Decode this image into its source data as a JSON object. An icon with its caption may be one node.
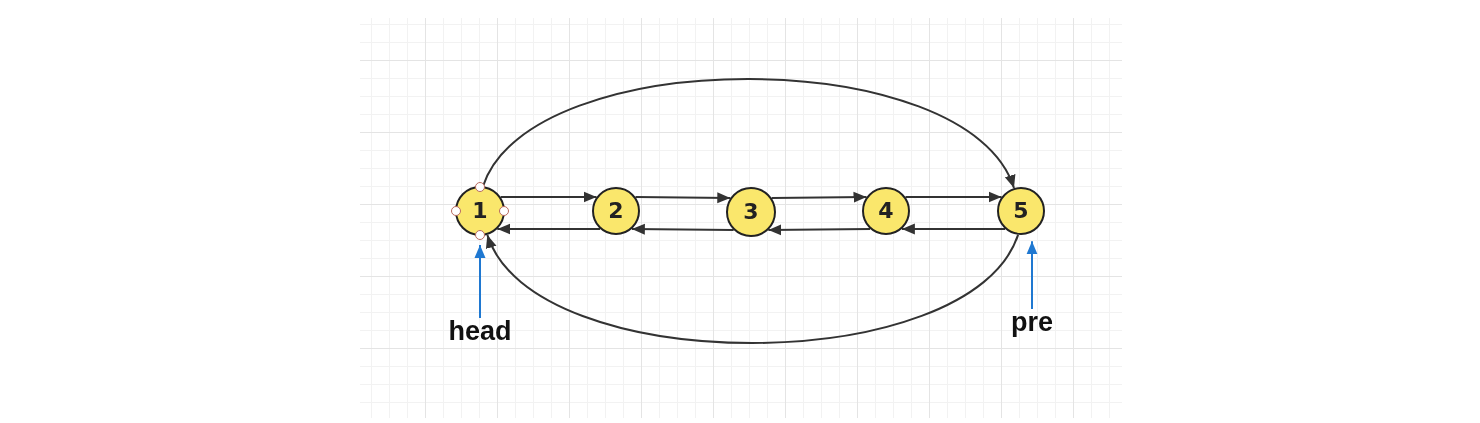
{
  "diagram": {
    "nodes": [
      {
        "text": [
          "1"
        ]
      },
      {
        "text": [
          "2"
        ]
      },
      {
        "text": [
          "3"
        ]
      },
      {
        "text": [
          "4"
        ]
      },
      {
        "text": [
          "5"
        ]
      },
      {
        "text": [
          "head"
        ]
      },
      {
        "text": [
          "pre"
        ]
      }
    ],
    "edges": [
      {
        "from": 0,
        "to": 1,
        "arrow": "to"
      },
      {
        "from": 1,
        "to": 2,
        "arrow": "to"
      },
      {
        "from": 2,
        "to": 3,
        "arrow": "to"
      },
      {
        "from": 3,
        "to": 4,
        "arrow": "to"
      },
      {
        "from": 1,
        "to": 0,
        "arrow": "to"
      },
      {
        "from": 2,
        "to": 1,
        "arrow": "to"
      },
      {
        "from": 3,
        "to": 2,
        "arrow": "to"
      },
      {
        "from": 4,
        "to": 3,
        "arrow": "to"
      },
      {
        "from": 0,
        "to": 4,
        "arrow": "to"
      },
      {
        "from": 4,
        "to": 0,
        "arrow": "to"
      },
      {
        "from": 5,
        "to": 0,
        "arrow": "to",
        "color": "#1f78d1"
      },
      {
        "from": 6,
        "to": 4,
        "arrow": "to",
        "color": "#1f78d1"
      }
    ]
  }
}
